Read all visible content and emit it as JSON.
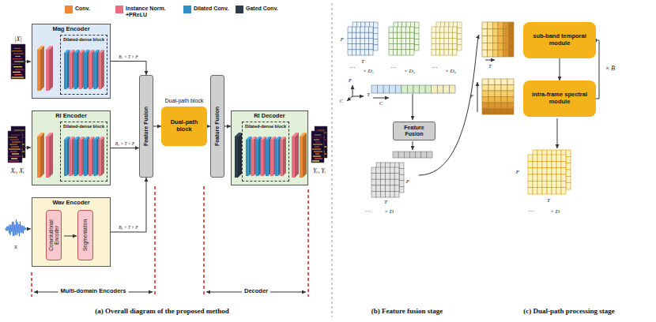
{
  "diagram": {
    "caption": "(a) Overall diagram of the proposed method",
    "nodes": [
      {
        "text": [
          "Mag Encoder"
        ]
      },
      {
        "text": [
          "Dilated-dense block"
        ],
        "in": 0
      },
      {
        "text": [
          "RI Encoder"
        ]
      },
      {
        "text": [
          "Dilated-dense block"
        ],
        "in": 2
      },
      {
        "text": [
          "Wav Encoder"
        ]
      },
      {
        "text": [
          "Convolutional Encoder"
        ],
        "in": 4
      },
      {
        "text": [
          "Segmentation"
        ],
        "in": 4
      },
      {
        "text": [
          "Feature Fusion"
        ]
      },
      {
        "text": [
          "Dual-path block",
          "Dual-path block"
        ]
      },
      {
        "text": [
          "Feature Fusion"
        ]
      },
      {
        "text": [
          "RI Decoder"
        ]
      },
      {
        "text": [
          "Dilated-dense block"
        ],
        "in": 10
      },
      {
        "text": [
          "Feature Fusion"
        ]
      },
      {
        "text": [
          "sub-band temporal module"
        ]
      },
      {
        "text": [
          "intra-frame spectral module"
        ]
      }
    ],
    "edges": [
      {
        "from": 0,
        "to": 7,
        "arrow": "to",
        "label": "B₁ × T × F"
      },
      {
        "from": 2,
        "to": 7,
        "arrow": "to",
        "label": "B₂ × T × F"
      },
      {
        "from": 4,
        "to": 7,
        "arrow": "to",
        "label": "B₃ × T × F"
      },
      {
        "from": 7,
        "to": 8,
        "arrow": "to"
      },
      {
        "from": 8,
        "to": 9,
        "arrow": "to"
      },
      {
        "from": 9,
        "to": 10,
        "arrow": "to"
      },
      {
        "from": 13,
        "to": 14,
        "arrow": "to"
      }
    ],
    "labels": [
      "|X|",
      "Xᵣ, Xᵢ",
      "x",
      "Yᵣ, Yᵢ",
      "Multi-domain Encoders",
      "Decoder",
      "F",
      "T",
      "···",
      "× D₁",
      "···",
      "× D₂",
      "···",
      "× D₃",
      "F",
      "C",
      "T",
      "C",
      "T",
      "···",
      "× D",
      "F",
      "(b) Feature fusion stage",
      "T",
      "F",
      "× B",
      "F",
      "···",
      "T",
      "× D",
      "(c) Dual-path processing stage"
    ],
    "legend": [
      {
        "text": "Conv.",
        "color": "#f0883a"
      },
      {
        "text": "Instance Norm. +PReLU",
        "color": "#e86f80"
      },
      {
        "text": "Dilated Conv.",
        "color": "#2f8fc4"
      },
      {
        "text": "Gated Conv.",
        "color": "#2e3b4c"
      }
    ]
  }
}
